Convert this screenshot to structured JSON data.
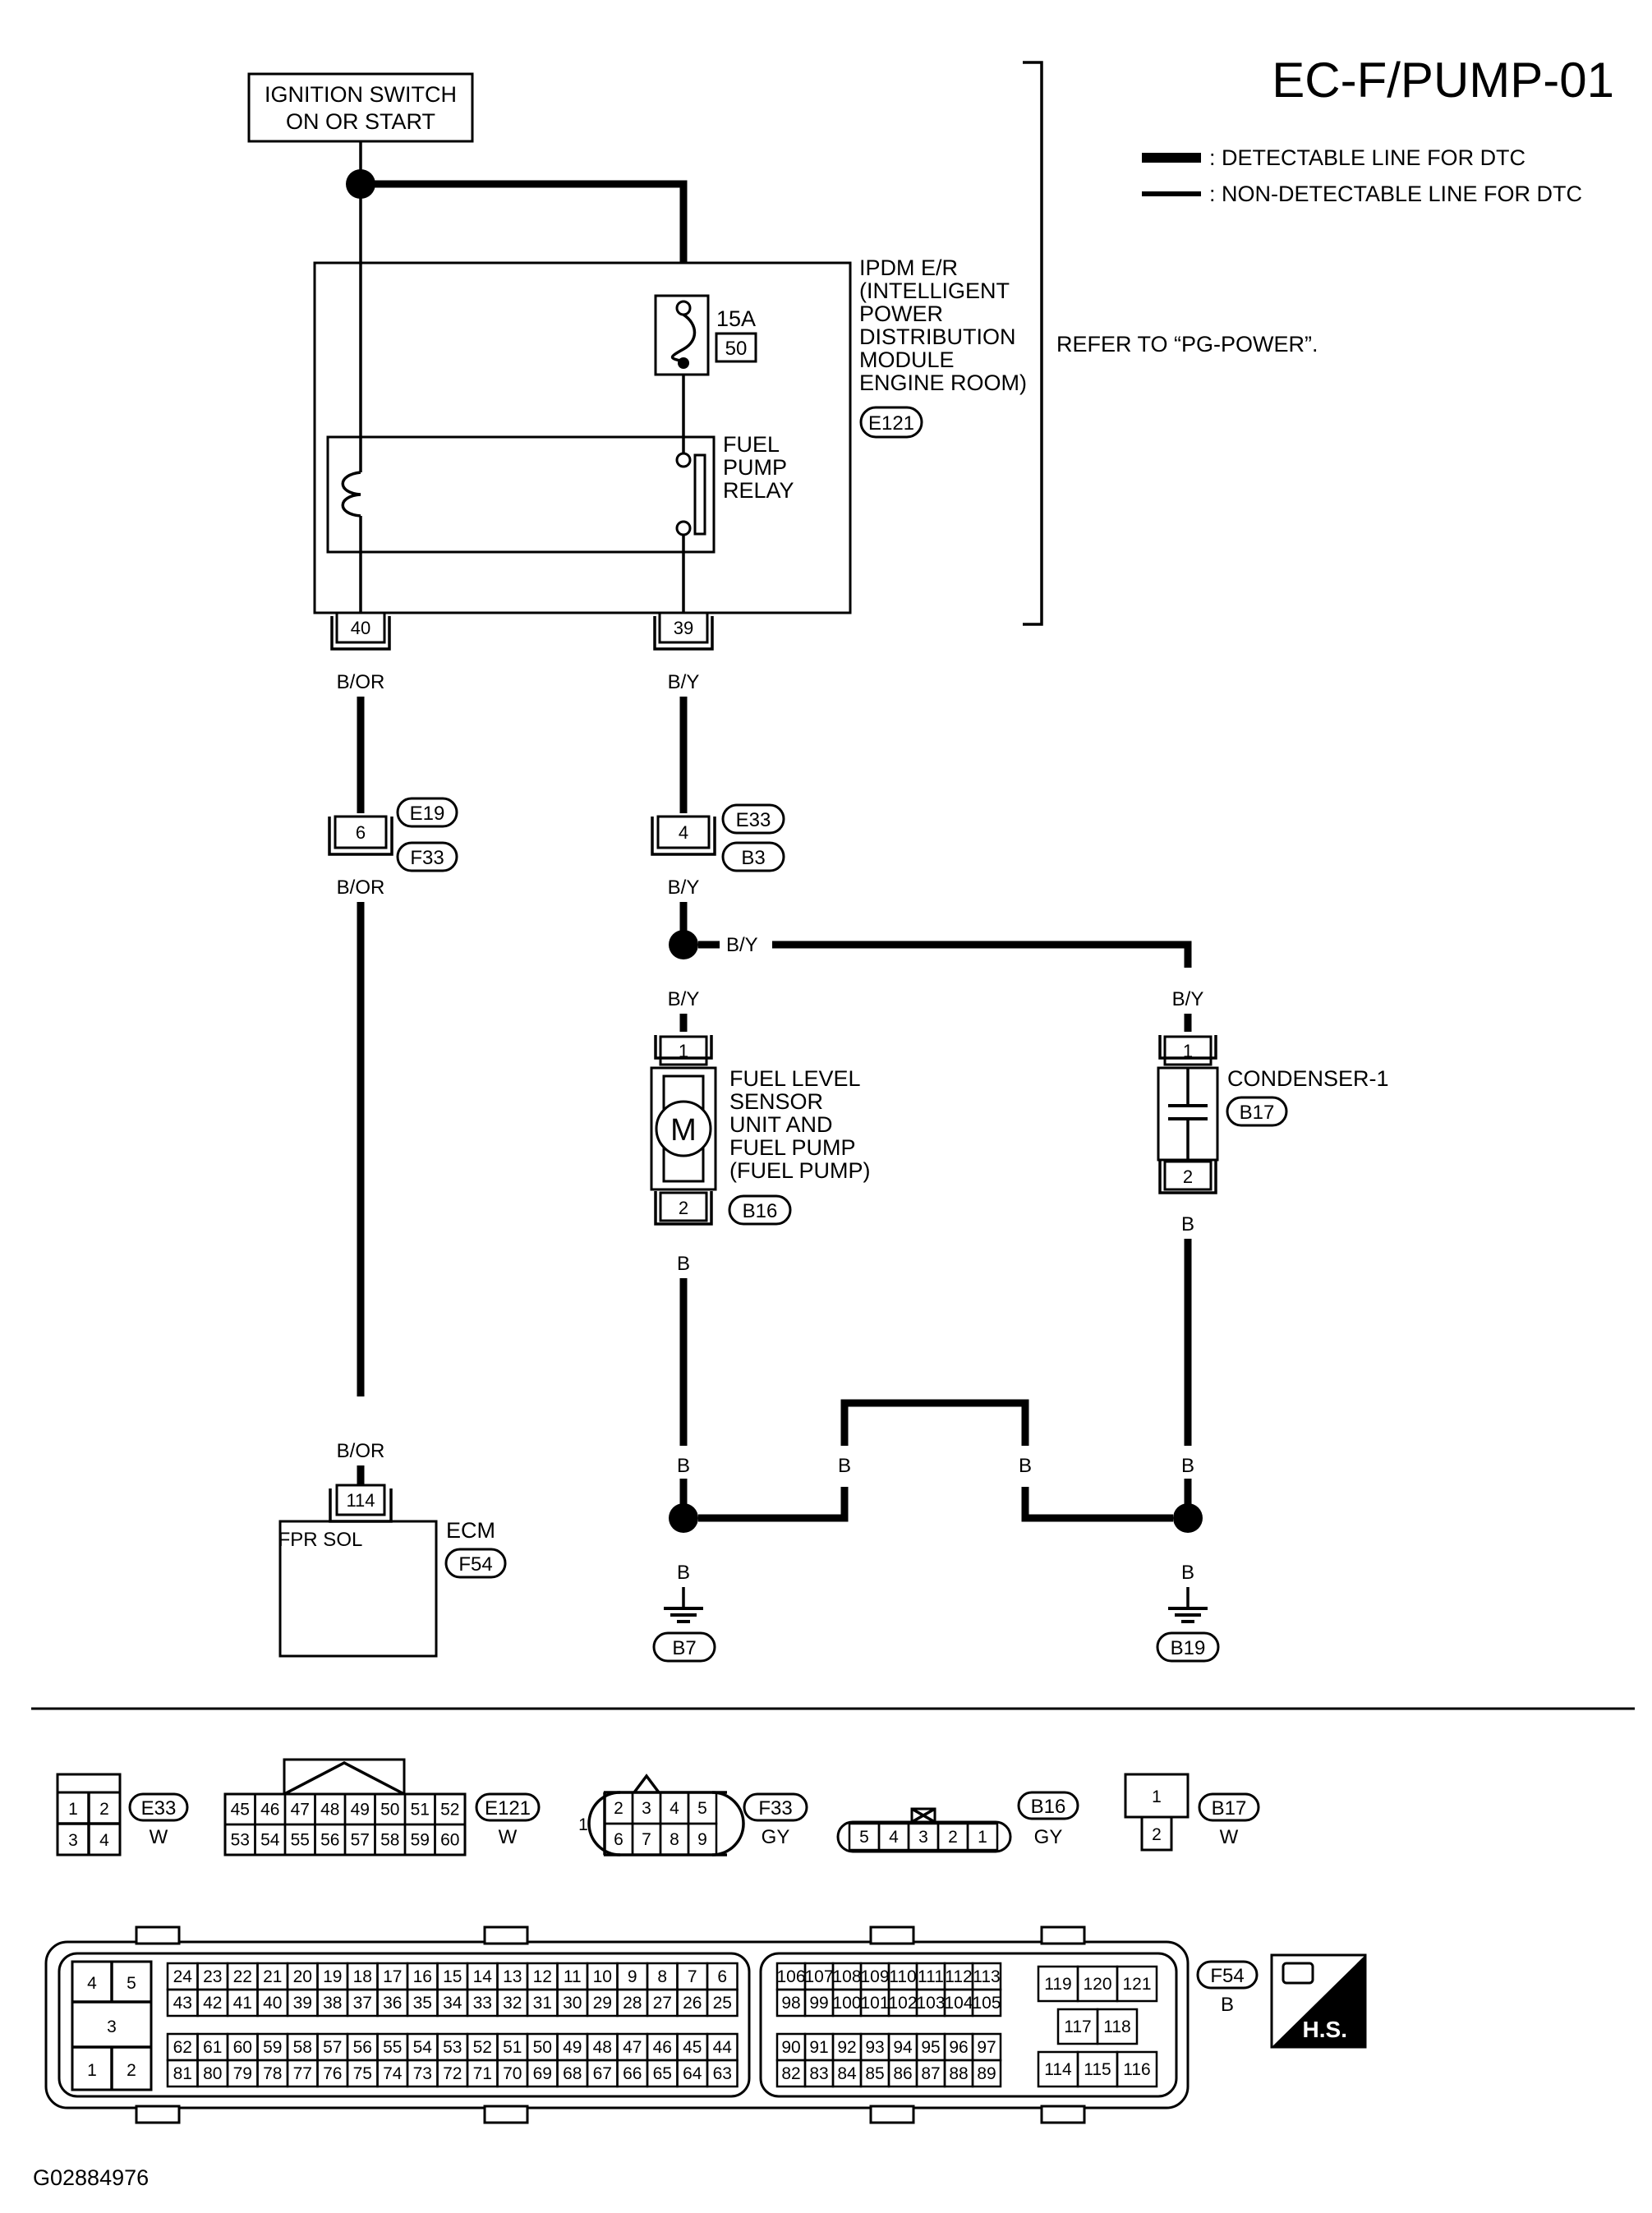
{
  "header": {
    "title": "EC-F/PUMP-01",
    "legend_detectable": ": DETECTABLE LINE FOR DTC",
    "legend_non_detectable": ": NON-DETECTABLE LINE FOR DTC",
    "refer_note": "REFER TO “PG-POWER”."
  },
  "ignition": {
    "line1": "IGNITION SWITCH",
    "line2": "ON OR START"
  },
  "ipdm": {
    "lines": [
      "IPDM E/R",
      "(INTELLIGENT",
      "POWER",
      "DISTRIBUTION",
      "MODULE",
      "ENGINE ROOM)"
    ],
    "connector": "E121",
    "fuse_rating": "15A",
    "fuse_number": "50",
    "relay_lines": [
      "FUEL",
      "PUMP",
      "RELAY"
    ],
    "pin_left": "40",
    "pin_right": "39"
  },
  "wires": {
    "b_or": "B/OR",
    "b_y": "B/Y",
    "b": "B"
  },
  "joints": {
    "left_pin": "6",
    "left_conn_top": "E19",
    "left_conn_bottom": "F33",
    "right_pin": "4",
    "right_conn_top": "E33",
    "right_conn_bottom": "B3"
  },
  "fuel_pump": {
    "lines": [
      "FUEL LEVEL",
      "SENSOR",
      "UNIT AND",
      "FUEL PUMP",
      "(FUEL PUMP)"
    ],
    "motor": "M",
    "pin_top": "1",
    "pin_bottom": "2",
    "connector": "B16"
  },
  "condenser": {
    "label": "CONDENSER-1",
    "connector": "B17",
    "pin_top": "1",
    "pin_bottom": "2"
  },
  "ecm": {
    "label": "ECM",
    "connector": "F54",
    "pin": "114",
    "inner": "FPR SOL"
  },
  "grounds": {
    "left": "B7",
    "right": "B19"
  },
  "connectors": {
    "e33": {
      "id": "E33",
      "color": "W",
      "pins": [
        "1",
        "2",
        "3",
        "4"
      ]
    },
    "e121": {
      "id": "E121",
      "color": "W",
      "row1": [
        "45",
        "46",
        "47",
        "48",
        "49",
        "50",
        "51",
        "52"
      ],
      "row2": [
        "53",
        "54",
        "55",
        "56",
        "57",
        "58",
        "59",
        "60"
      ]
    },
    "f33": {
      "id": "F33",
      "color": "GY",
      "left": "1",
      "row1": [
        "2",
        "3",
        "4",
        "5"
      ],
      "row2": [
        "6",
        "7",
        "8",
        "9"
      ]
    },
    "b16": {
      "id": "B16",
      "color": "GY",
      "pins": [
        "5",
        "4",
        "3",
        "2",
        "1"
      ]
    },
    "b17": {
      "id": "B17",
      "color": "W",
      "pins": [
        "1",
        "2"
      ]
    },
    "f54": {
      "id": "F54",
      "color": "B",
      "small": [
        "4",
        "5",
        "3",
        "1",
        "2"
      ],
      "r1": [
        "24",
        "23",
        "22",
        "21",
        "20",
        "19",
        "18",
        "17",
        "16",
        "15",
        "14",
        "13",
        "12",
        "11",
        "10",
        "9",
        "8",
        "7",
        "6"
      ],
      "r2": [
        "43",
        "42",
        "41",
        "40",
        "39",
        "38",
        "37",
        "36",
        "35",
        "34",
        "33",
        "32",
        "31",
        "30",
        "29",
        "28",
        "27",
        "26",
        "25"
      ],
      "r3": [
        "62",
        "61",
        "60",
        "59",
        "58",
        "57",
        "56",
        "55",
        "54",
        "53",
        "52",
        "51",
        "50",
        "49",
        "48",
        "47",
        "46",
        "45",
        "44"
      ],
      "r4": [
        "81",
        "80",
        "79",
        "78",
        "77",
        "76",
        "75",
        "74",
        "73",
        "72",
        "71",
        "70",
        "69",
        "68",
        "67",
        "66",
        "65",
        "64",
        "63"
      ],
      "m1": [
        "106",
        "107",
        "108",
        "109",
        "110",
        "111",
        "112",
        "113"
      ],
      "m2": [
        "98",
        "99",
        "100",
        "101",
        "102",
        "103",
        "104",
        "105"
      ],
      "m3": [
        "90",
        "91",
        "92",
        "93",
        "94",
        "95",
        "96",
        "97"
      ],
      "m4": [
        "82",
        "83",
        "84",
        "85",
        "86",
        "87",
        "88",
        "89"
      ],
      "k1": [
        "119",
        "120",
        "121"
      ],
      "k2": [
        "117",
        "118"
      ],
      "k3": [
        "114",
        "115",
        "116"
      ]
    },
    "hs": "H.S."
  },
  "footer": {
    "code": "G02884976"
  }
}
